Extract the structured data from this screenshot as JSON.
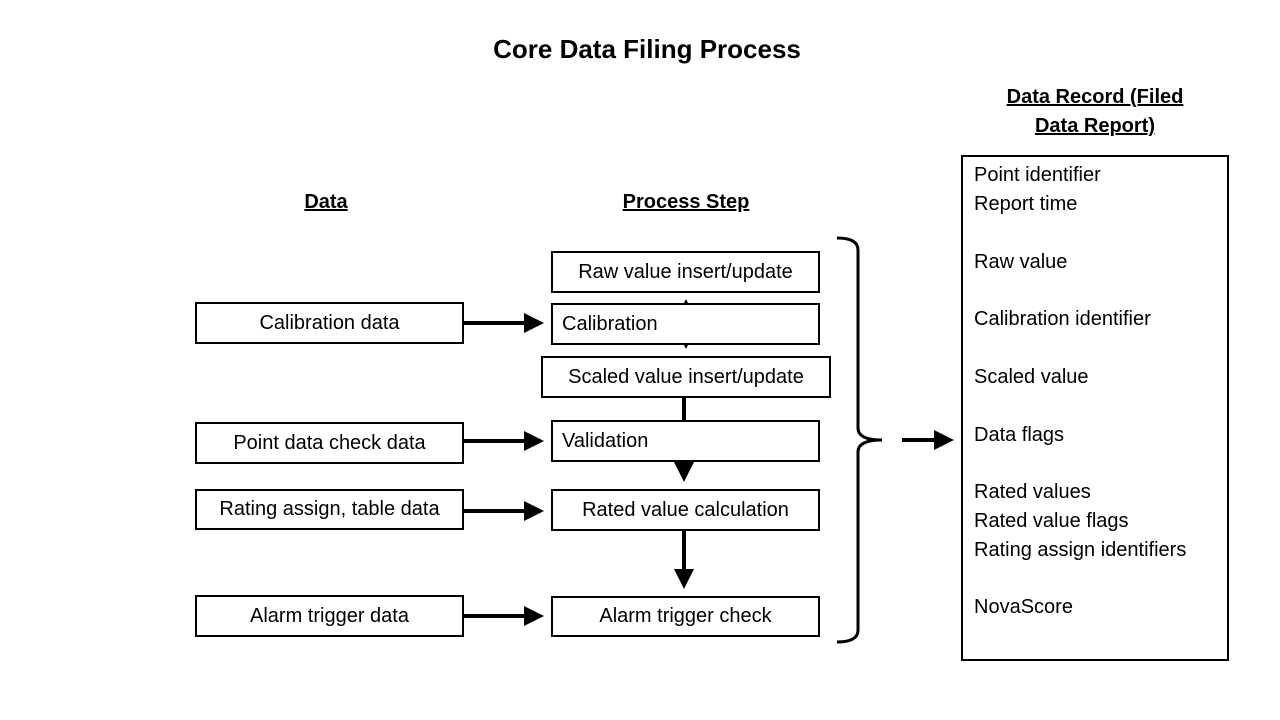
{
  "title": "Core Data Filing Process",
  "headings": {
    "data": "Data",
    "process_step": "Process Step",
    "record": [
      "Data Record (Filed",
      "Data Report)"
    ]
  },
  "data_boxes": {
    "calibration": "Calibration data",
    "point_check": "Point data check data",
    "rating": "Rating assign, table data",
    "alarm": "Alarm trigger data"
  },
  "process_steps": {
    "raw": "Raw value insert/update",
    "calibration": "Calibration",
    "scaled": "Scaled value insert/update",
    "validation": "Validation",
    "rated": "Rated value calculation",
    "alarm": "Alarm trigger check"
  },
  "record_fields": [
    "Point identifier",
    "Report time",
    "Raw value",
    "Calibration identifier",
    "Scaled value",
    "Data flags",
    "Rated values",
    "Rated value flags",
    "Rating assign identifiers",
    "NovaScore"
  ]
}
